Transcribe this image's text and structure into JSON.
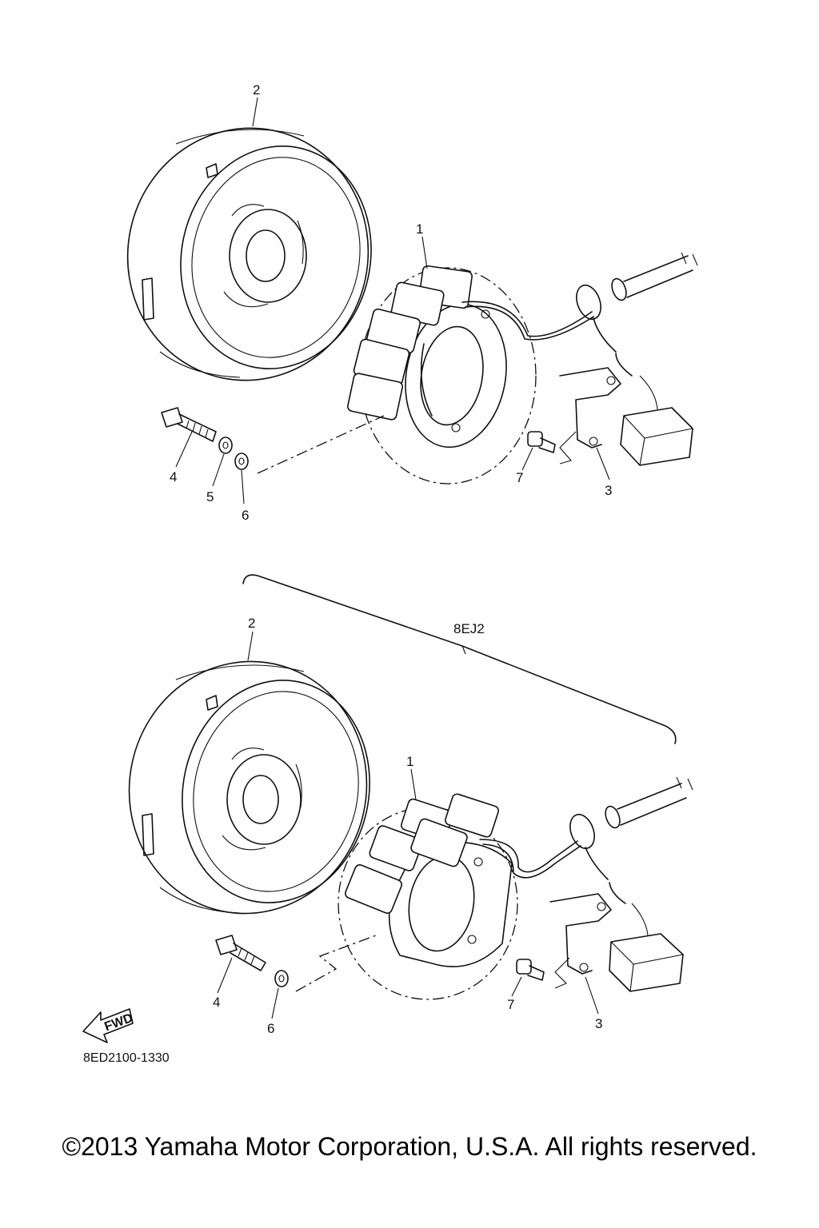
{
  "diagram": {
    "top": {
      "callouts": {
        "c1": "1",
        "c2": "2",
        "c3": "3",
        "c4": "4",
        "c5": "5",
        "c6": "6",
        "c7": "7"
      }
    },
    "bottom": {
      "group_label": "8EJ2",
      "callouts": {
        "c1": "1",
        "c2": "2",
        "c3": "3",
        "c4": "4",
        "c6": "6",
        "c7": "7"
      }
    },
    "fwd_label": "FWD",
    "drawing_code": "8ED2100-1330"
  },
  "copyright": "©2013 Yamaha Motor Corporation, U.S.A. All rights reserved."
}
